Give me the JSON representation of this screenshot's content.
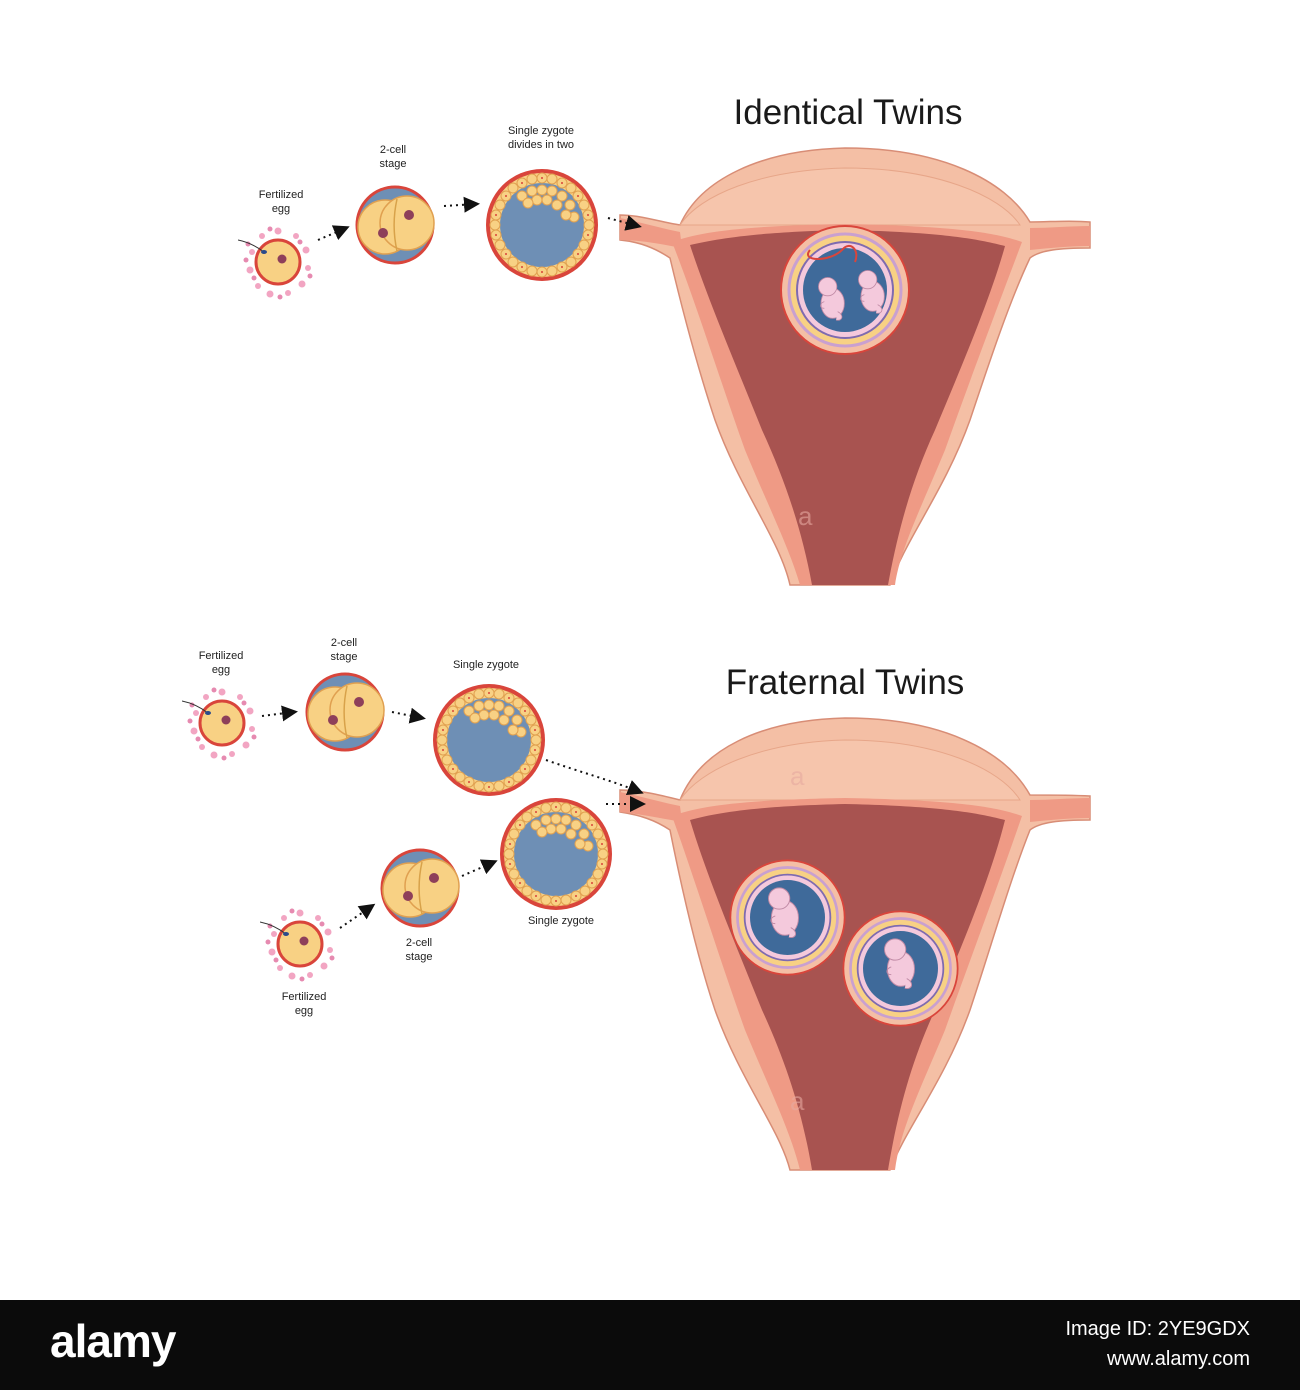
{
  "identical": {
    "title": "Identical Twins",
    "labels": {
      "fertilized_egg_1": "Fertilized",
      "fertilized_egg_2": "egg",
      "two_cell_1": "2-cell",
      "two_cell_2": "stage",
      "zygote_1": "Single zygote",
      "zygote_2": "divides in two"
    }
  },
  "fraternal": {
    "title": "Fraternal Twins",
    "labels": {
      "fertilized_egg_a1": "Fertilized",
      "fertilized_egg_a2": "egg",
      "two_cell_a1": "2-cell",
      "two_cell_a2": "stage",
      "zygote_a": "Single zygote",
      "zygote_b": "Single zygote",
      "two_cell_b1": "2-cell",
      "two_cell_b2": "stage",
      "fertilized_egg_b1": "Fertilized",
      "fertilized_egg_b2": "egg"
    }
  },
  "footer": {
    "logo": "alamy",
    "image_id": "Image ID: 2YE9GDX",
    "site": "www.alamy.com"
  },
  "colors": {
    "muscle": "#f4bfa5",
    "lining": "#ef9a85",
    "cavity": "#a85350",
    "yolk": "#f8d184",
    "membrane": "#d9453b",
    "fluid": "#6e8fb5",
    "fetus": "#f4c9dc"
  }
}
